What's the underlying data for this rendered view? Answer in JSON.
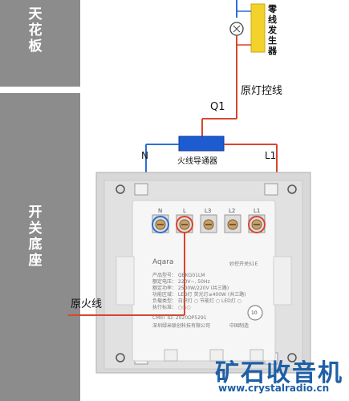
{
  "sidebar": {
    "ceiling_label": "天花板",
    "switch_base_label": "开关底座"
  },
  "labels": {
    "zero_wire_generator": "零线发生器",
    "original_lamp_control_wire": "原灯控线",
    "q1": "Q1",
    "n": "N",
    "l1": "L1",
    "fire_wire_conductor": "火线导通器",
    "original_fire_wire": "原火线"
  },
  "switch": {
    "brand": "Aqara",
    "model_title": "妙控开关S1E",
    "terminals": [
      "N",
      "L",
      "L3",
      "L2",
      "L1"
    ],
    "spec_lines": [
      "产品型号：  QBKG01LM",
      "额定电压：  220V~, 50Hz",
      "额定功率：  2500W/220V (共三路)",
      "功能区域：  LED灯    荧光灯≤400W (共三路)",
      "负载类型：  白炽灯 ○ 节能灯 ○  LED灯 ○",
      "执行标准：  ○○○",
      "CMIIT ID: 2020DP5291",
      "深圳绿米联创科技有限公司"
    ],
    "made_in": "中国制造",
    "badge": "10"
  },
  "watermark": {
    "title": "矿石收音机",
    "url": "www.crystalradio.cn"
  },
  "colors": {
    "sidebar_gray": "#8c8c8c",
    "live_wire_red": "#d9452e",
    "neutral_wire_blue": "#2b6fd6",
    "generator_yellow": "#f2d22b",
    "conductor_blue": "#1d5bd1",
    "watermark_blue": "#1e5fa6"
  }
}
